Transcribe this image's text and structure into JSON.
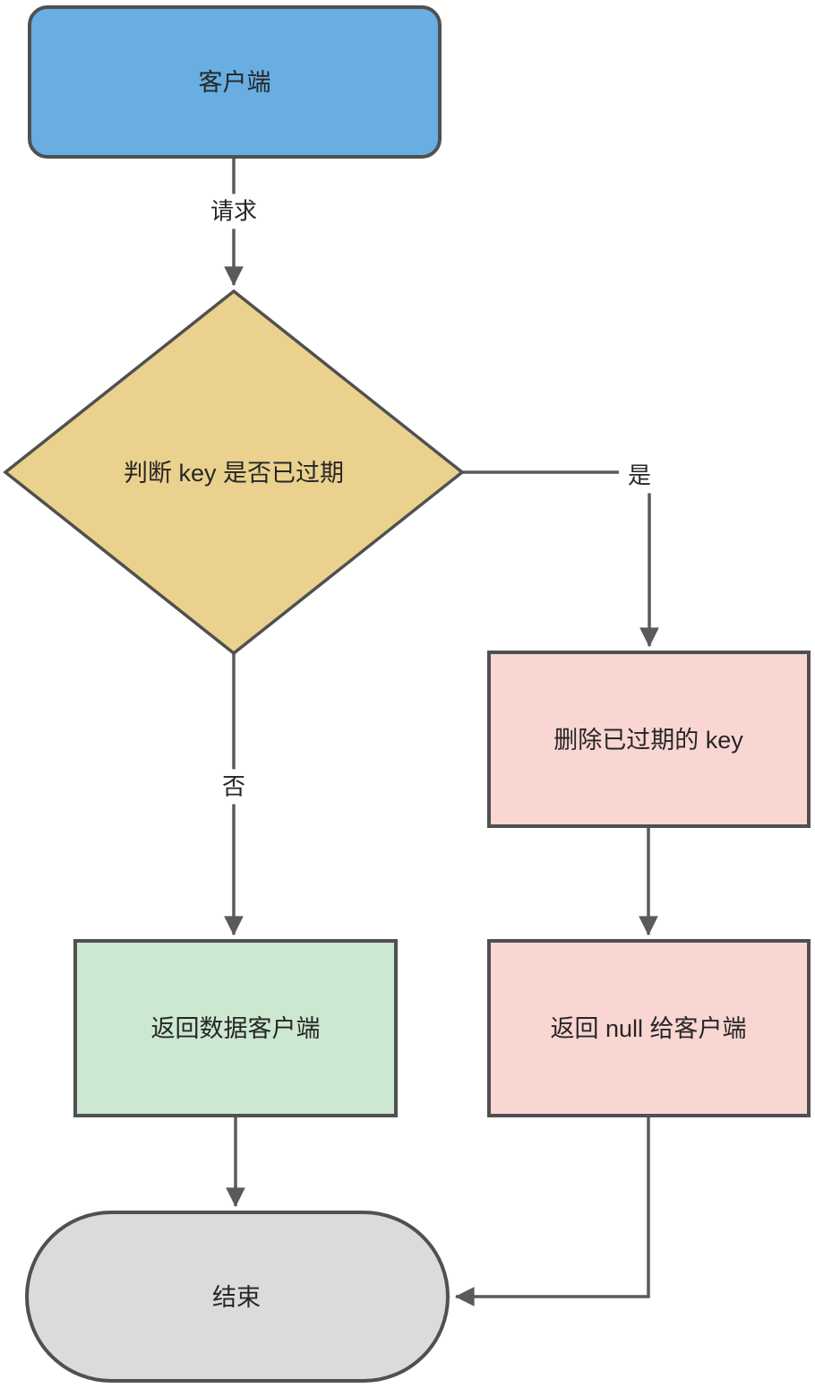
{
  "diagram": {
    "type": "flowchart",
    "colors": {
      "background": "#FFFFFF",
      "node_border": "#505050",
      "connector": "#5A5A5A",
      "text": "#262626",
      "label_bg": "#FFFFFF"
    },
    "nodes": [
      {
        "id": "client",
        "type": "rounded-rect",
        "label": "客户端",
        "fill": "#68AEE2"
      },
      {
        "id": "decision",
        "type": "diamond",
        "label": "判断 key 是否已过期",
        "fill": "#EAD18E"
      },
      {
        "id": "delete-key",
        "type": "rect",
        "label": "删除已过期的 key",
        "fill": "#FAD6D3"
      },
      {
        "id": "return-data",
        "type": "rect",
        "label": "返回数据客户端",
        "fill": "#CDE8D0"
      },
      {
        "id": "return-null",
        "type": "rect",
        "label": "返回 null 给客户端",
        "fill": "#FAD6D3"
      },
      {
        "id": "end",
        "type": "stadium",
        "label": "结束",
        "fill": "#DBDBDB"
      }
    ],
    "edges": [
      {
        "from": "client",
        "to": "decision",
        "label": "请求"
      },
      {
        "from": "decision",
        "to": "delete-key",
        "label": "是"
      },
      {
        "from": "decision",
        "to": "return-data",
        "label": "否"
      },
      {
        "from": "delete-key",
        "to": "return-null",
        "label": ""
      },
      {
        "from": "return-data",
        "to": "end",
        "label": ""
      },
      {
        "from": "return-null",
        "to": "end",
        "label": ""
      }
    ]
  }
}
